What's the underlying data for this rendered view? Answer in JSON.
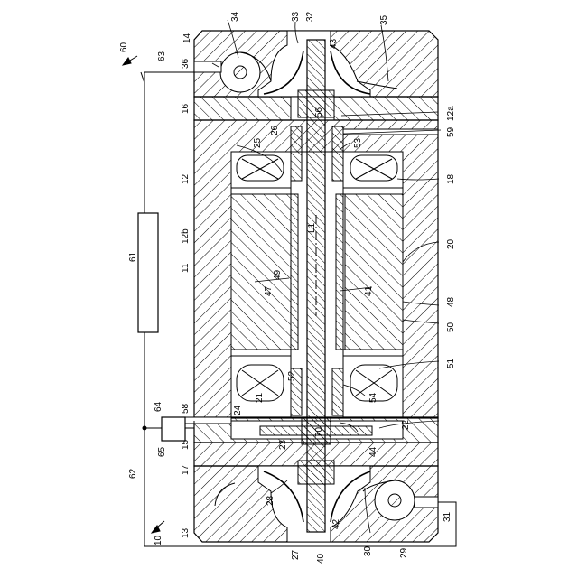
{
  "figure": {
    "labels": {
      "l60": "60",
      "l63": "63",
      "l14": "14",
      "l34": "34",
      "l33": "33",
      "l32": "32",
      "l35": "35",
      "l43": "43",
      "l36": "36",
      "l16": "16",
      "l56": "56",
      "l12a": "12a",
      "l26": "26",
      "l59": "59",
      "l25": "25",
      "l53": "53",
      "l12": "12",
      "l18": "18",
      "l12b": "12b",
      "lL1": "L1",
      "l20": "20",
      "l61": "61",
      "l11": "11",
      "l49": "49",
      "l41": "41",
      "l47": "47",
      "l48": "48",
      "l50": "50",
      "l51": "51",
      "l52": "52",
      "l21": "21",
      "l54": "54",
      "l64": "64",
      "l58": "58",
      "l24": "24",
      "l22": "22",
      "l65": "65",
      "l15": "15",
      "l23": "23",
      "l70": "70",
      "l17": "17",
      "l44": "44",
      "l62": "62",
      "l28": "28",
      "l31": "31",
      "l13": "13",
      "l10": "10",
      "l42": "42",
      "l27": "27",
      "l40": "40",
      "l30": "30",
      "l29": "29"
    }
  }
}
